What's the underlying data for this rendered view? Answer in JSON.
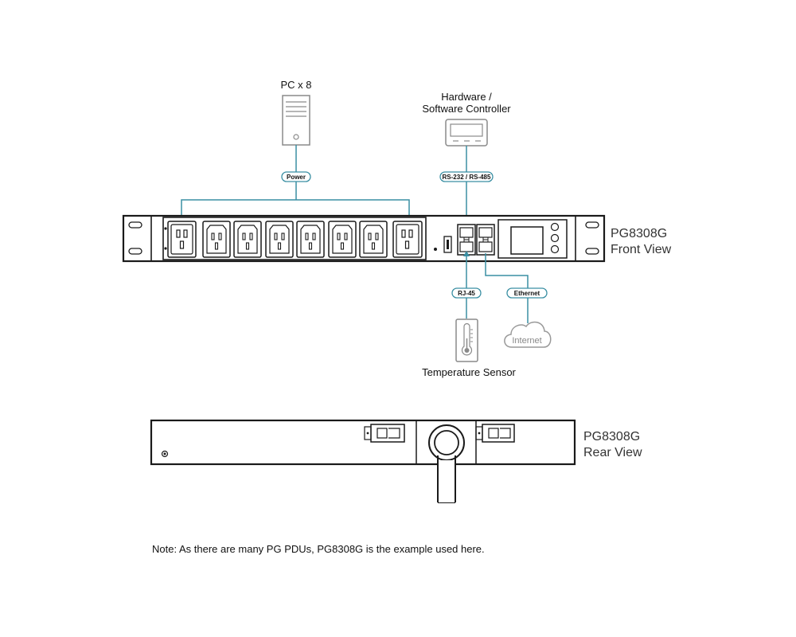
{
  "colors": {
    "line": "#1a1a1a",
    "connector": "#3a8fa3",
    "pill_border": "#3a8fa3",
    "cloud": "#999999",
    "device_gray": "#8a8a8a"
  },
  "labels": {
    "pc": "PC x 8",
    "controller_line1": "Hardware /",
    "controller_line2": "Software Controller",
    "power": "Power",
    "rs": "RS-232 / RS-485",
    "rj45": "RJ-45",
    "ethernet": "Ethernet",
    "internet": "Internet",
    "temp_sensor": "Temperature Sensor",
    "front_model": "PG8308G",
    "front_view": "Front View",
    "rear_model": "PG8308G",
    "rear_view": "Rear View"
  },
  "icons": {
    "pc": "desktop-tower-icon",
    "controller": "controller-panel-icon",
    "sensor": "thermometer-icon",
    "cloud": "cloud-icon"
  },
  "note": "Note: As there are many PG PDUs, PG8308G is the example used here."
}
